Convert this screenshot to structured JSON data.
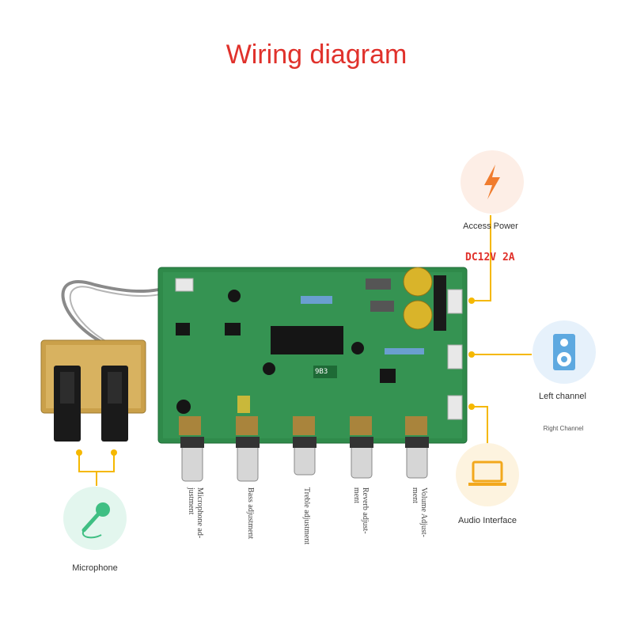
{
  "title": "Wiring diagram",
  "power": {
    "label": "Access Power",
    "spec": "DC12V 2A",
    "icon": "lightning-icon"
  },
  "left_channel": {
    "label": "Left channel",
    "icon": "speaker-icon"
  },
  "right_channel": {
    "label": "Right Channel"
  },
  "audio_interface": {
    "label": "Audio Interface",
    "icon": "laptop-icon"
  },
  "microphone": {
    "label": "Microphone",
    "icon": "microphone-icon"
  },
  "knobs": [
    {
      "lines": [
        "Microphone ad-",
        "justment"
      ]
    },
    {
      "lines": [
        "Bass adjustment"
      ]
    },
    {
      "lines": [
        "Treble adjustment"
      ]
    },
    {
      "lines": [
        "Reverb adjust-",
        "ment"
      ]
    },
    {
      "lines": [
        "Volume Adjust-",
        "ment"
      ]
    }
  ],
  "board": {
    "chip_label": "9B3"
  },
  "colors": {
    "title": "#e0312b",
    "connector": "#f5b800",
    "board": "#2f8a4a"
  }
}
